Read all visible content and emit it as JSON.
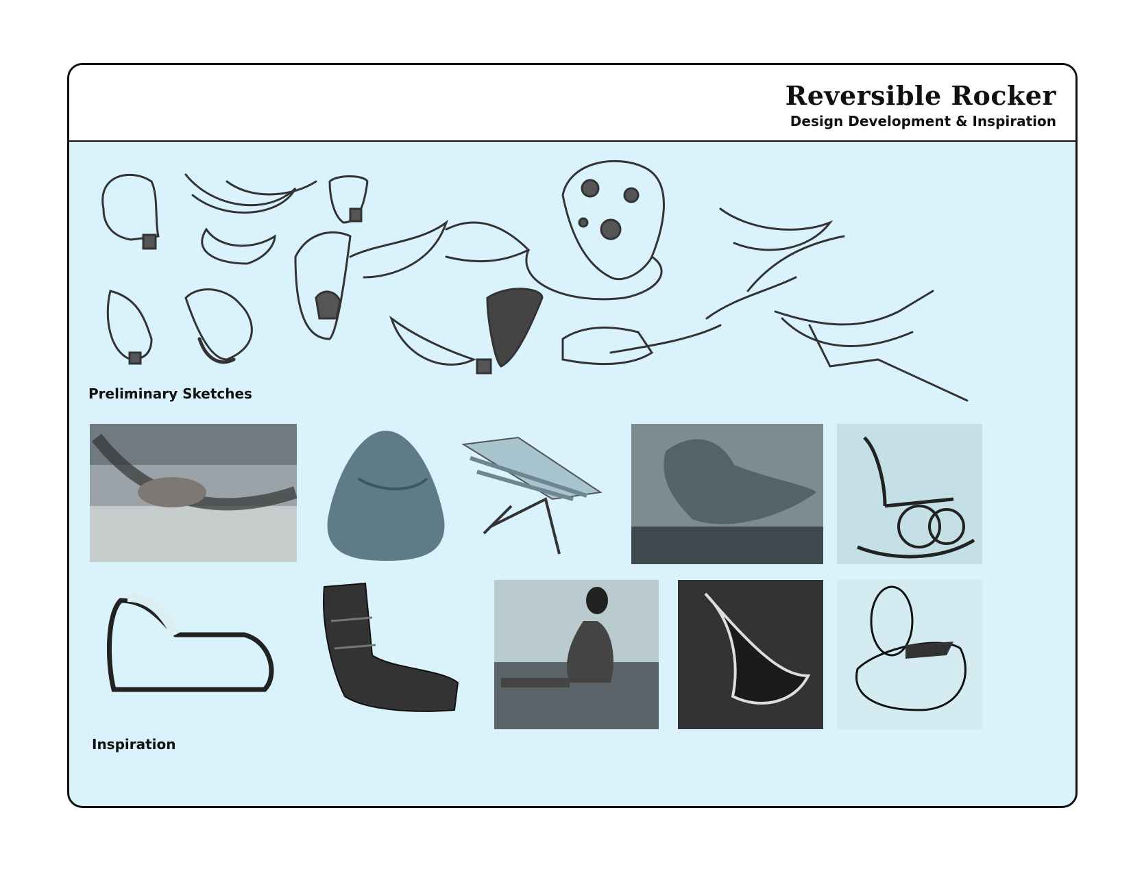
{
  "header": {
    "title": "Reversible Rocker",
    "subtitle": "Design Development & Inspiration"
  },
  "sections": {
    "sketches_label": "Preliminary Sketches",
    "inspiration_label": "Inspiration"
  },
  "colors": {
    "board_background": "#daf2fb",
    "ink": "#111111"
  }
}
